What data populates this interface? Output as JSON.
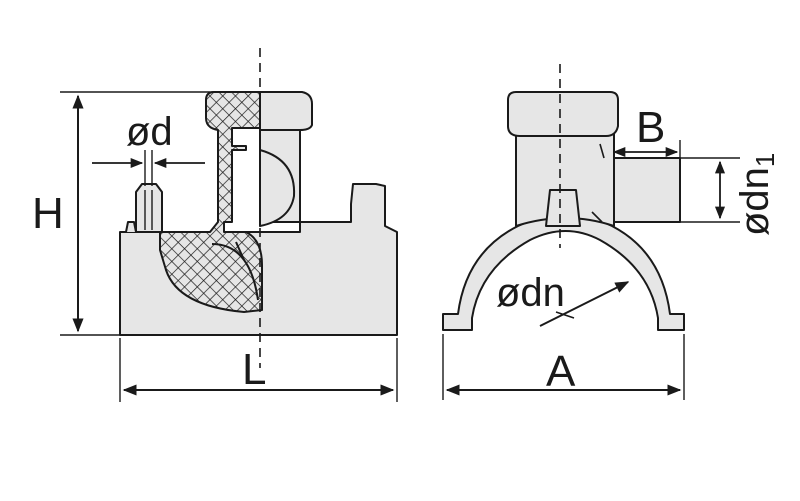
{
  "labels": {
    "H": "H",
    "d": "ød",
    "L": "L",
    "B": "B",
    "dn1_main": "ødn",
    "dn1_sub": "1",
    "dn": "ødn",
    "A": "A"
  },
  "colors": {
    "body_fill": "#e6e6e6",
    "cap_fill": "#e6e6e6",
    "outline": "#1a1a1a",
    "hatch": "#1a1a1a",
    "background": "#ffffff"
  }
}
